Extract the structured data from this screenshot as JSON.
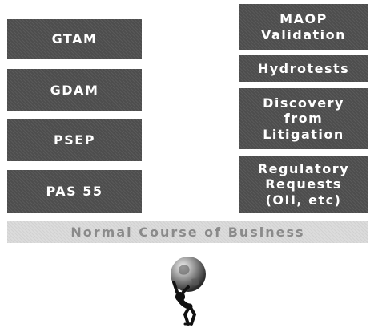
{
  "left_boxes": [
    {
      "label": "GTAM"
    },
    {
      "label": "GDAM"
    },
    {
      "label": "PSEP"
    },
    {
      "label": "PAS 55"
    }
  ],
  "right_boxes": [
    {
      "lines": [
        "MAOP",
        "Validation"
      ]
    },
    {
      "lines": [
        "Hydrotests"
      ]
    },
    {
      "lines": [
        "Discovery",
        "from",
        "Litigation"
      ]
    },
    {
      "lines": [
        "Regulatory",
        "Requests",
        "(OII, etc)"
      ]
    }
  ],
  "foundation_bar": {
    "label": "Normal Course of Business"
  },
  "figure": {
    "icon": "atlas-carrying-globe-icon"
  }
}
